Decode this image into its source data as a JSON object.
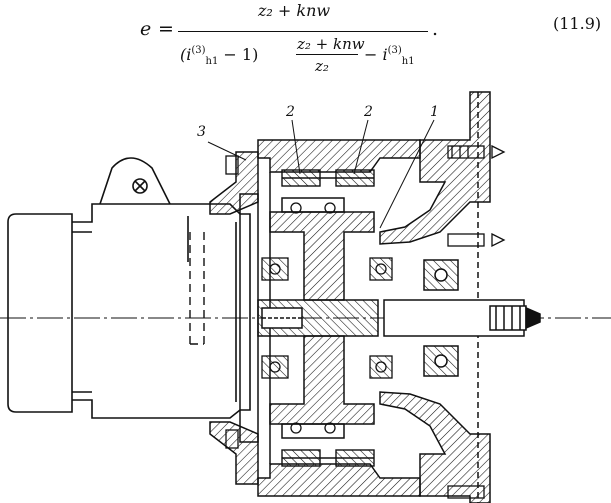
{
  "equation": {
    "lhs": "e",
    "equals": "=",
    "numerator": "z₂ + knw",
    "denominator_left": "(i",
    "denominator_left_sup": "(3)",
    "denominator_left_sub": "h1",
    "denominator_left_tail": " − 1)",
    "inner_numerator": "z₂ + knw",
    "inner_denominator": "z₂",
    "denominator_right": "− i",
    "denominator_right_sup": "(3)",
    "denominator_right_sub": "h1",
    "period": ".",
    "number": "(11.9)"
  },
  "figure": {
    "callouts": [
      "3",
      "2",
      "2",
      "1"
    ]
  }
}
